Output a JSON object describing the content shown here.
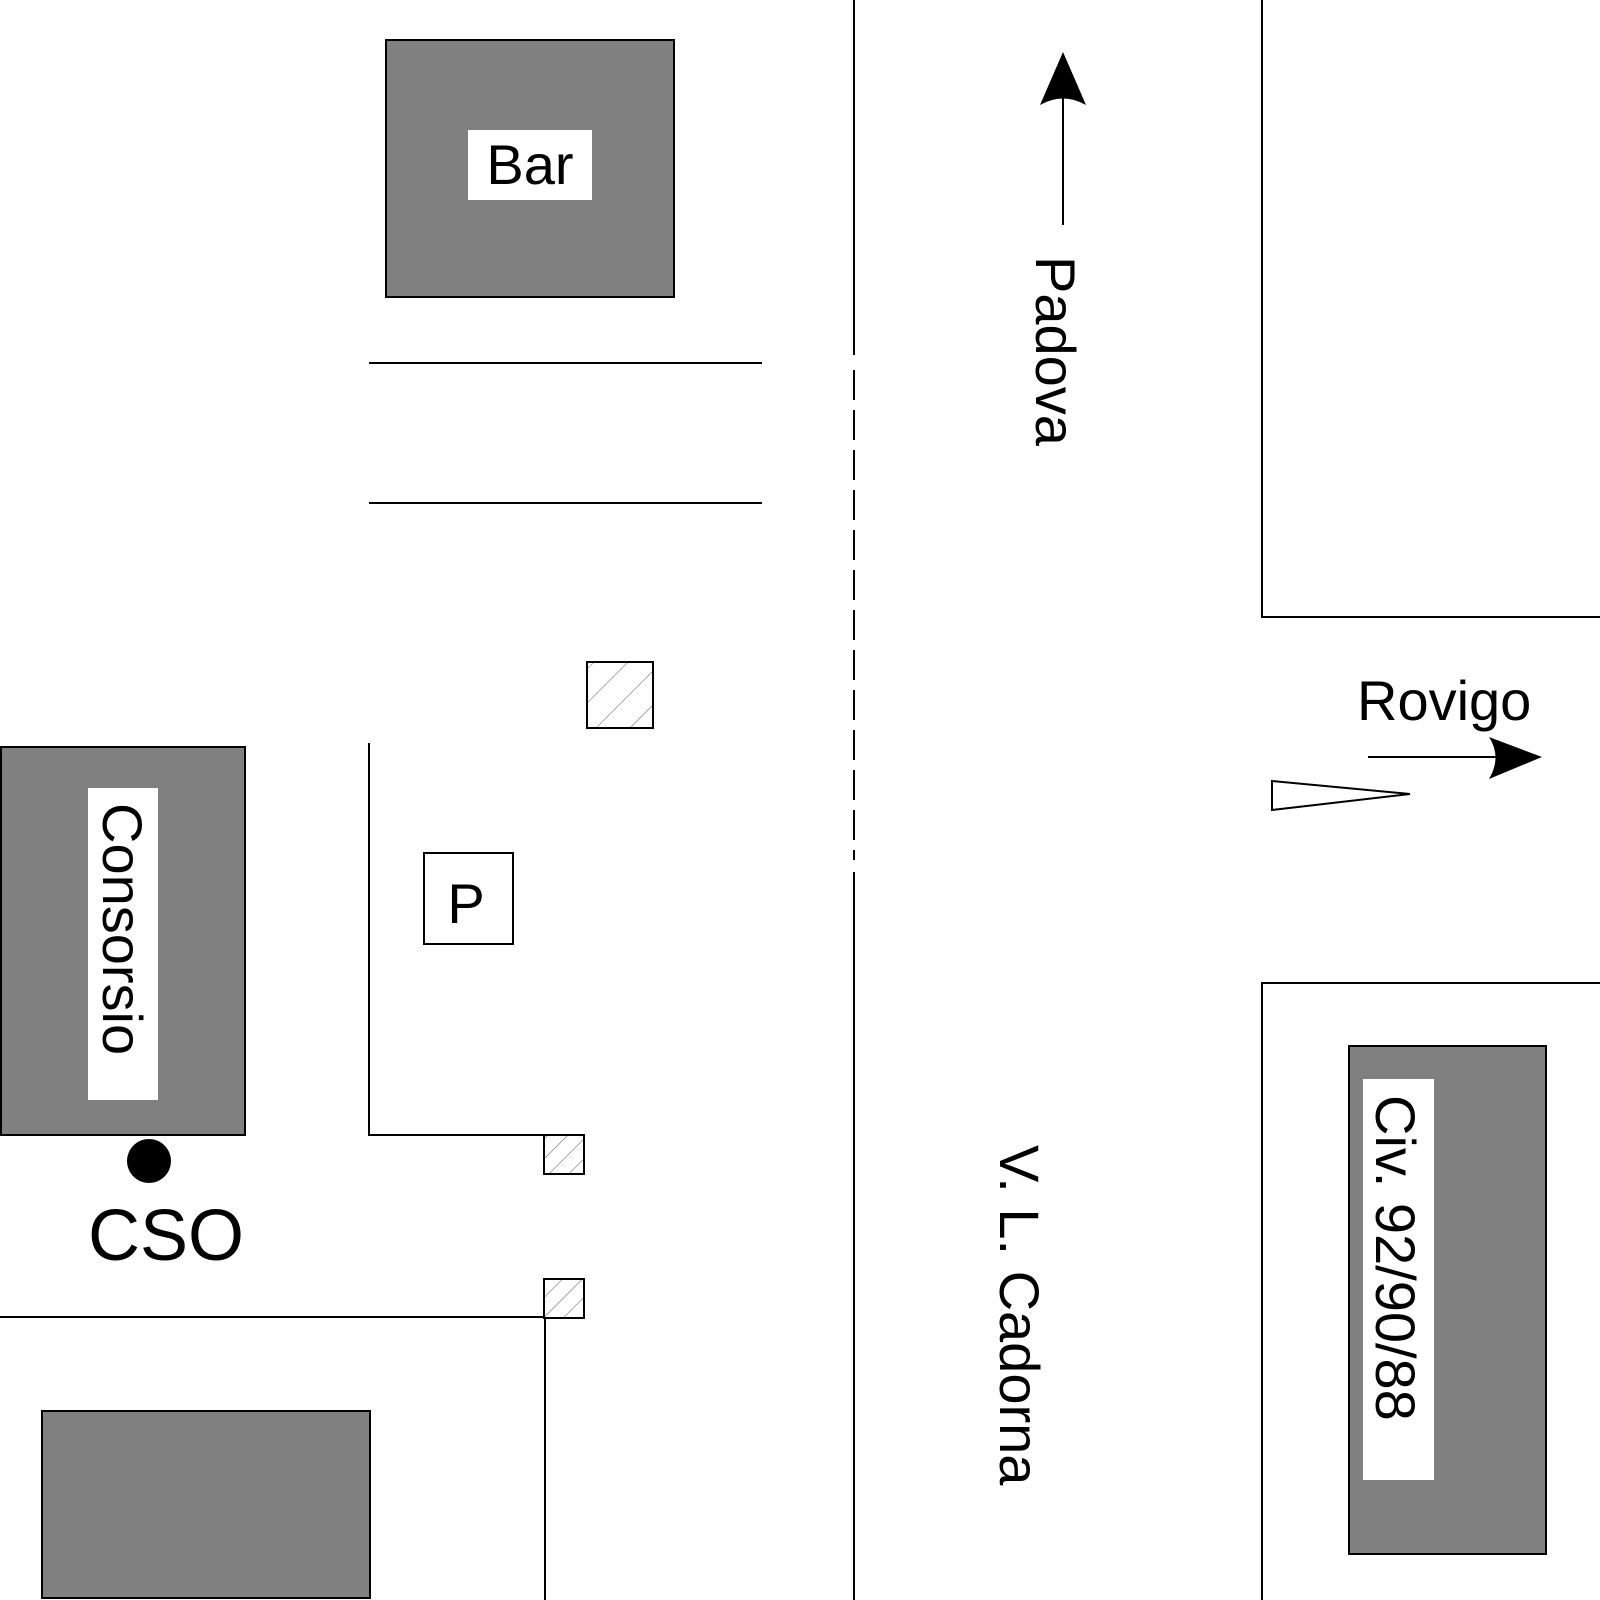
{
  "colors": {
    "building_fill": "#808080",
    "line": "#000000",
    "background": "#ffffff",
    "label_bg": "#ffffff"
  },
  "buildings": {
    "bar": {
      "label": "Bar"
    },
    "consorsio": {
      "label": "Consorsio"
    },
    "civico": {
      "label": "Civ. 92/90/88"
    },
    "unlabeled": {
      "label": ""
    }
  },
  "streets": {
    "main": {
      "label": "V. L. Cadorna"
    }
  },
  "directions": {
    "padova": {
      "label": "Padova",
      "direction": "north"
    },
    "rovigo": {
      "label": "Rovigo",
      "direction": "east"
    }
  },
  "markers": {
    "cso": {
      "label": "CSO",
      "icon": "filled-circle"
    },
    "parking": {
      "label": "P",
      "icon": "parking-sign"
    }
  },
  "hatched_boxes": [
    {
      "id": "hatch-box-1"
    },
    {
      "id": "hatch-box-2"
    },
    {
      "id": "hatch-box-3"
    }
  ],
  "triangle_marker": {
    "icon": "open-triangle-pointer",
    "direction": "east"
  }
}
